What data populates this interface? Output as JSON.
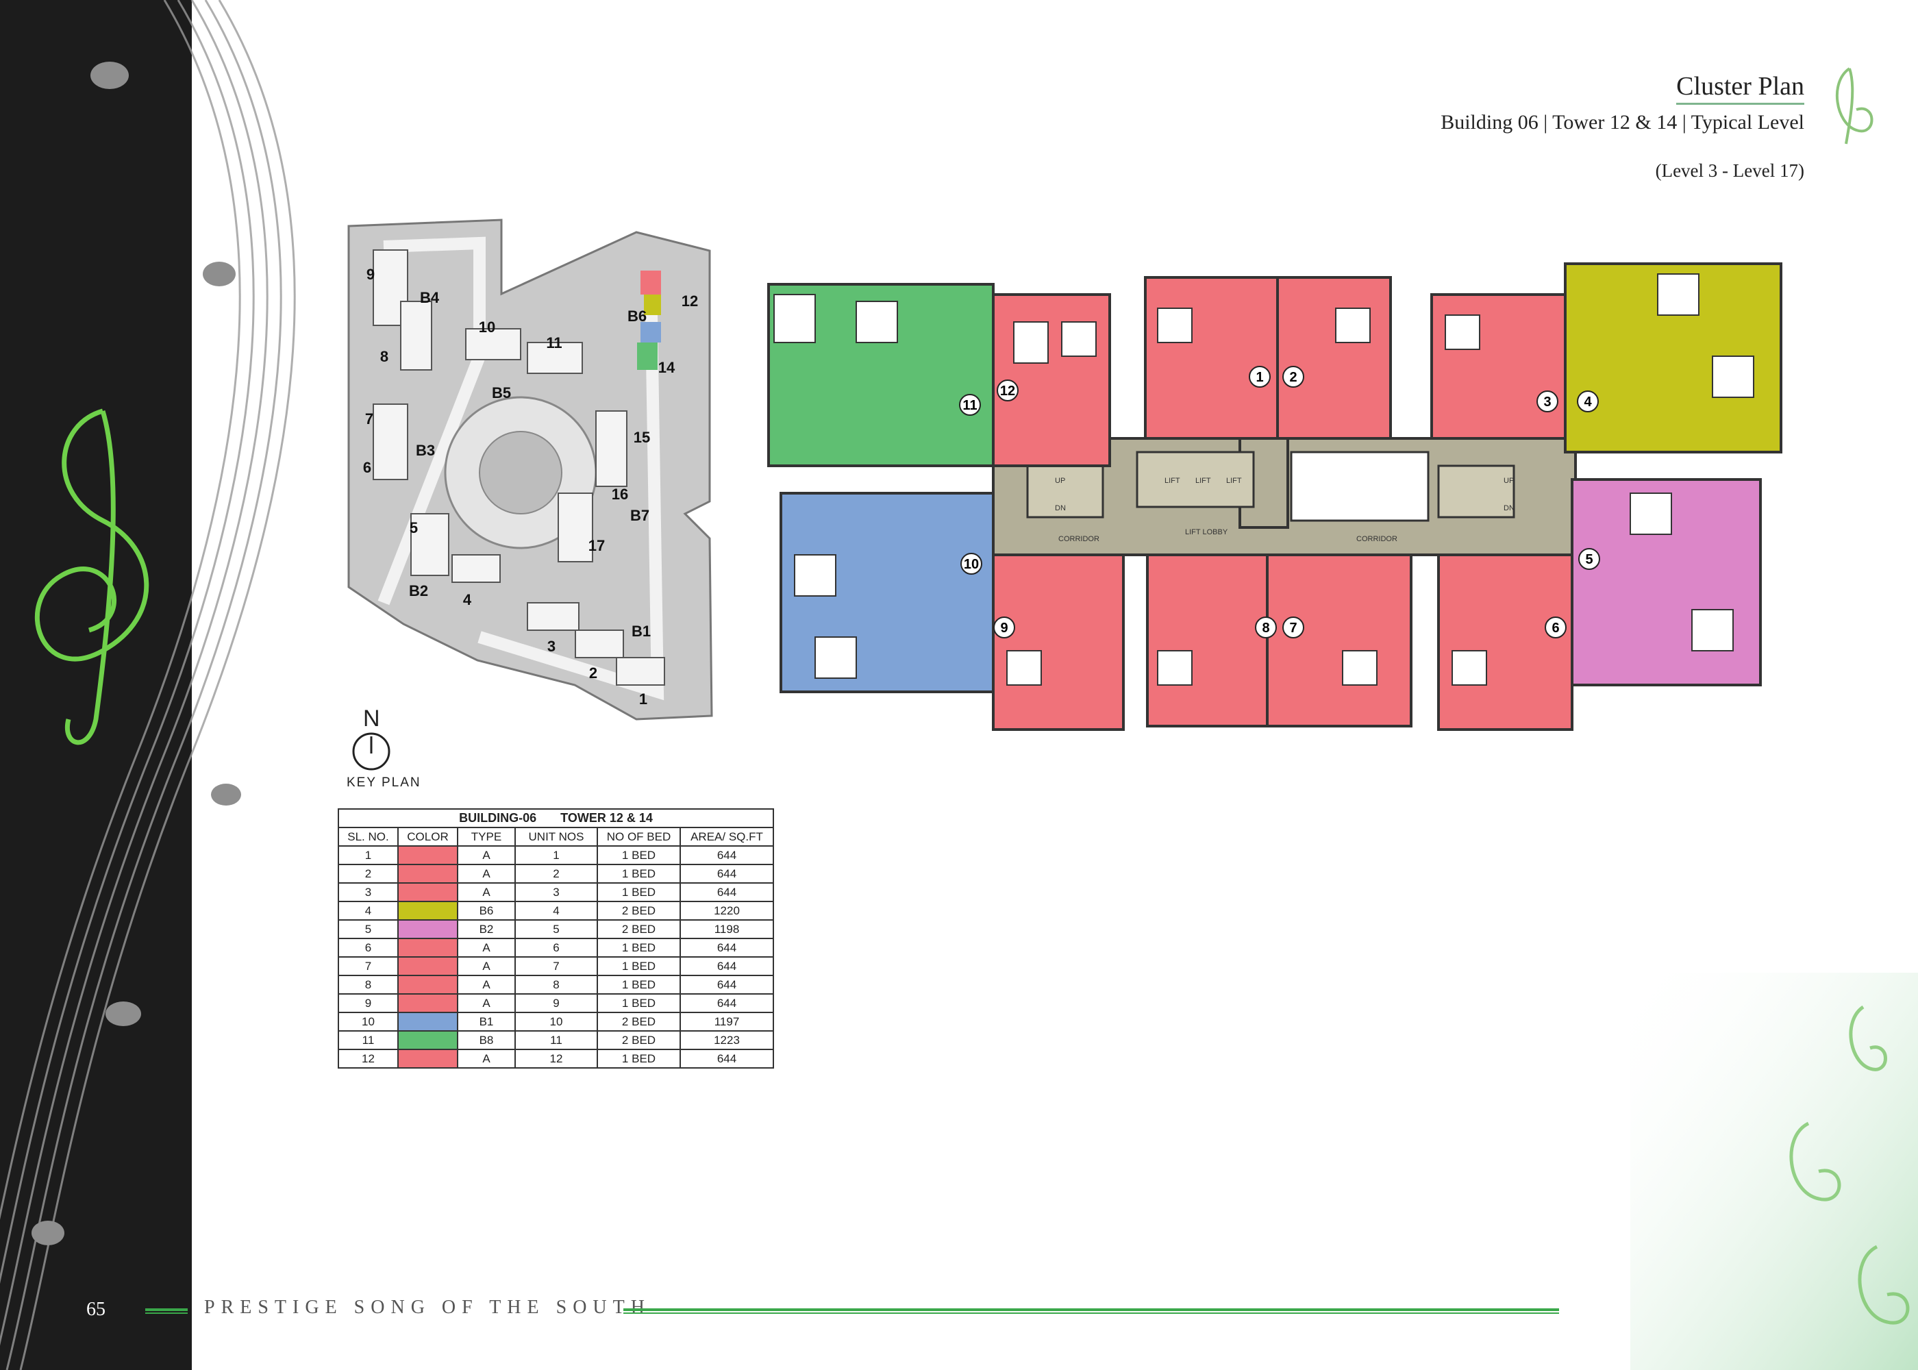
{
  "header": {
    "title": "Cluster Plan",
    "subtitle": "Building 06 | Tower 12 & 14 | Typical Level",
    "levels": "(Level 3 - Level 17)"
  },
  "key_plan": {
    "north": "N",
    "label": "KEY PLAN",
    "building_labels": [
      "9",
      "B4",
      "10",
      "11",
      "B6",
      "12",
      "8",
      "14",
      "B5",
      "7",
      "15",
      "B3",
      "6",
      "16",
      "B7",
      "5",
      "17",
      "B2",
      "4",
      "B1",
      "3",
      "2",
      "1"
    ]
  },
  "floor_plan": {
    "units": [
      "1",
      "2",
      "3",
      "4",
      "5",
      "6",
      "7",
      "8",
      "9",
      "10",
      "11",
      "12"
    ],
    "core_labels": {
      "lift": "LIFT",
      "lift_lobby": "LIFT LOBBY",
      "corridor": "CORRIDOR",
      "up": "UP",
      "dn": "DN"
    }
  },
  "table": {
    "caption_building": "BUILDING-06",
    "caption_tower": "TOWER 12 & 14",
    "headers": [
      "SL. NO.",
      "COLOR",
      "TYPE",
      "UNIT NOS",
      "NO OF BED",
      "AREA/ SQ.FT"
    ],
    "rows": [
      {
        "sl": "1",
        "color": "#f0727a",
        "type": "A",
        "unit": "1",
        "bed": "1 BED",
        "area": "644"
      },
      {
        "sl": "2",
        "color": "#f0727a",
        "type": "A",
        "unit": "2",
        "bed": "1 BED",
        "area": "644"
      },
      {
        "sl": "3",
        "color": "#f0727a",
        "type": "A",
        "unit": "3",
        "bed": "1 BED",
        "area": "644"
      },
      {
        "sl": "4",
        "color": "#c4c41c",
        "type": "B6",
        "unit": "4",
        "bed": "2 BED",
        "area": "1220"
      },
      {
        "sl": "5",
        "color": "#dc86c8",
        "type": "B2",
        "unit": "5",
        "bed": "2 BED",
        "area": "1198"
      },
      {
        "sl": "6",
        "color": "#f0727a",
        "type": "A",
        "unit": "6",
        "bed": "1 BED",
        "area": "644"
      },
      {
        "sl": "7",
        "color": "#f0727a",
        "type": "A",
        "unit": "7",
        "bed": "1 BED",
        "area": "644"
      },
      {
        "sl": "8",
        "color": "#f0727a",
        "type": "A",
        "unit": "8",
        "bed": "1 BED",
        "area": "644"
      },
      {
        "sl": "9",
        "color": "#f0727a",
        "type": "A",
        "unit": "9",
        "bed": "1 BED",
        "area": "644"
      },
      {
        "sl": "10",
        "color": "#7fa3d6",
        "type": "B1",
        "unit": "10",
        "bed": "2 BED",
        "area": "1197"
      },
      {
        "sl": "11",
        "color": "#5fbf72",
        "type": "B8",
        "unit": "11",
        "bed": "2 BED",
        "area": "1223"
      },
      {
        "sl": "12",
        "color": "#f0727a",
        "type": "A",
        "unit": "12",
        "bed": "1 BED",
        "area": "644"
      }
    ]
  },
  "footer": {
    "page_number": "65",
    "brand": "PRESTIGE SONG OF THE SOUTH"
  },
  "colors": {
    "accent_green": "#3aa84a",
    "sidebar": "#1c1c1c",
    "core": "#b3af98"
  }
}
